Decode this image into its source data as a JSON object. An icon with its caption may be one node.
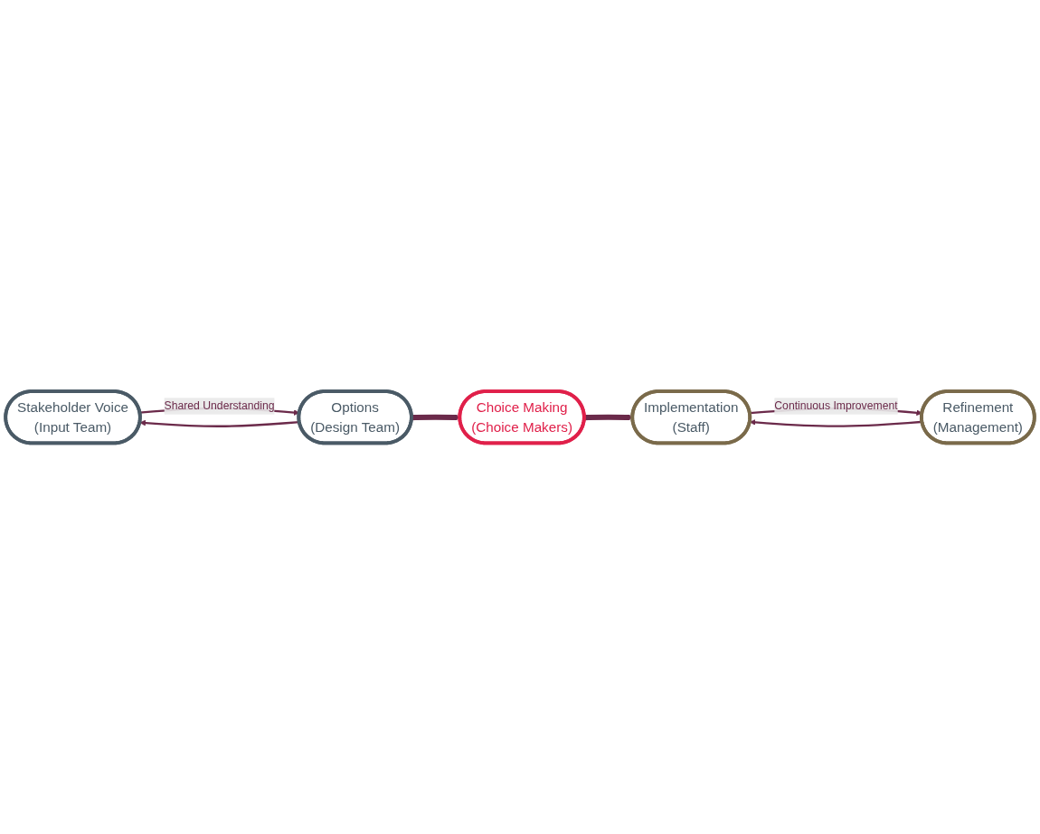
{
  "diagram": {
    "nodes": [
      {
        "text": [
          "Stakeholder Voice",
          "(Input Team)"
        ]
      },
      {
        "text": [
          "Options",
          "(Design Team)"
        ]
      },
      {
        "text": [
          "Choice Making",
          "(Choice Makers)"
        ]
      },
      {
        "text": [
          "Implementation",
          "(Staff)"
        ]
      },
      {
        "text": [
          "Refinement",
          "(Management)"
        ]
      }
    ],
    "edges": [
      {
        "from": 0,
        "to": 1,
        "arrow": "to",
        "label": "Shared Understanding"
      },
      {
        "from": 1,
        "to": 0,
        "arrow": "to"
      },
      {
        "from": 1,
        "to": 2,
        "arrow": "to",
        "style": "thick"
      },
      {
        "from": 2,
        "to": 3,
        "arrow": "to",
        "style": "thick"
      },
      {
        "from": 3,
        "to": 4,
        "arrow": "to",
        "label": "Continuous Improvement"
      },
      {
        "from": 4,
        "to": 3,
        "arrow": "to"
      }
    ]
  }
}
